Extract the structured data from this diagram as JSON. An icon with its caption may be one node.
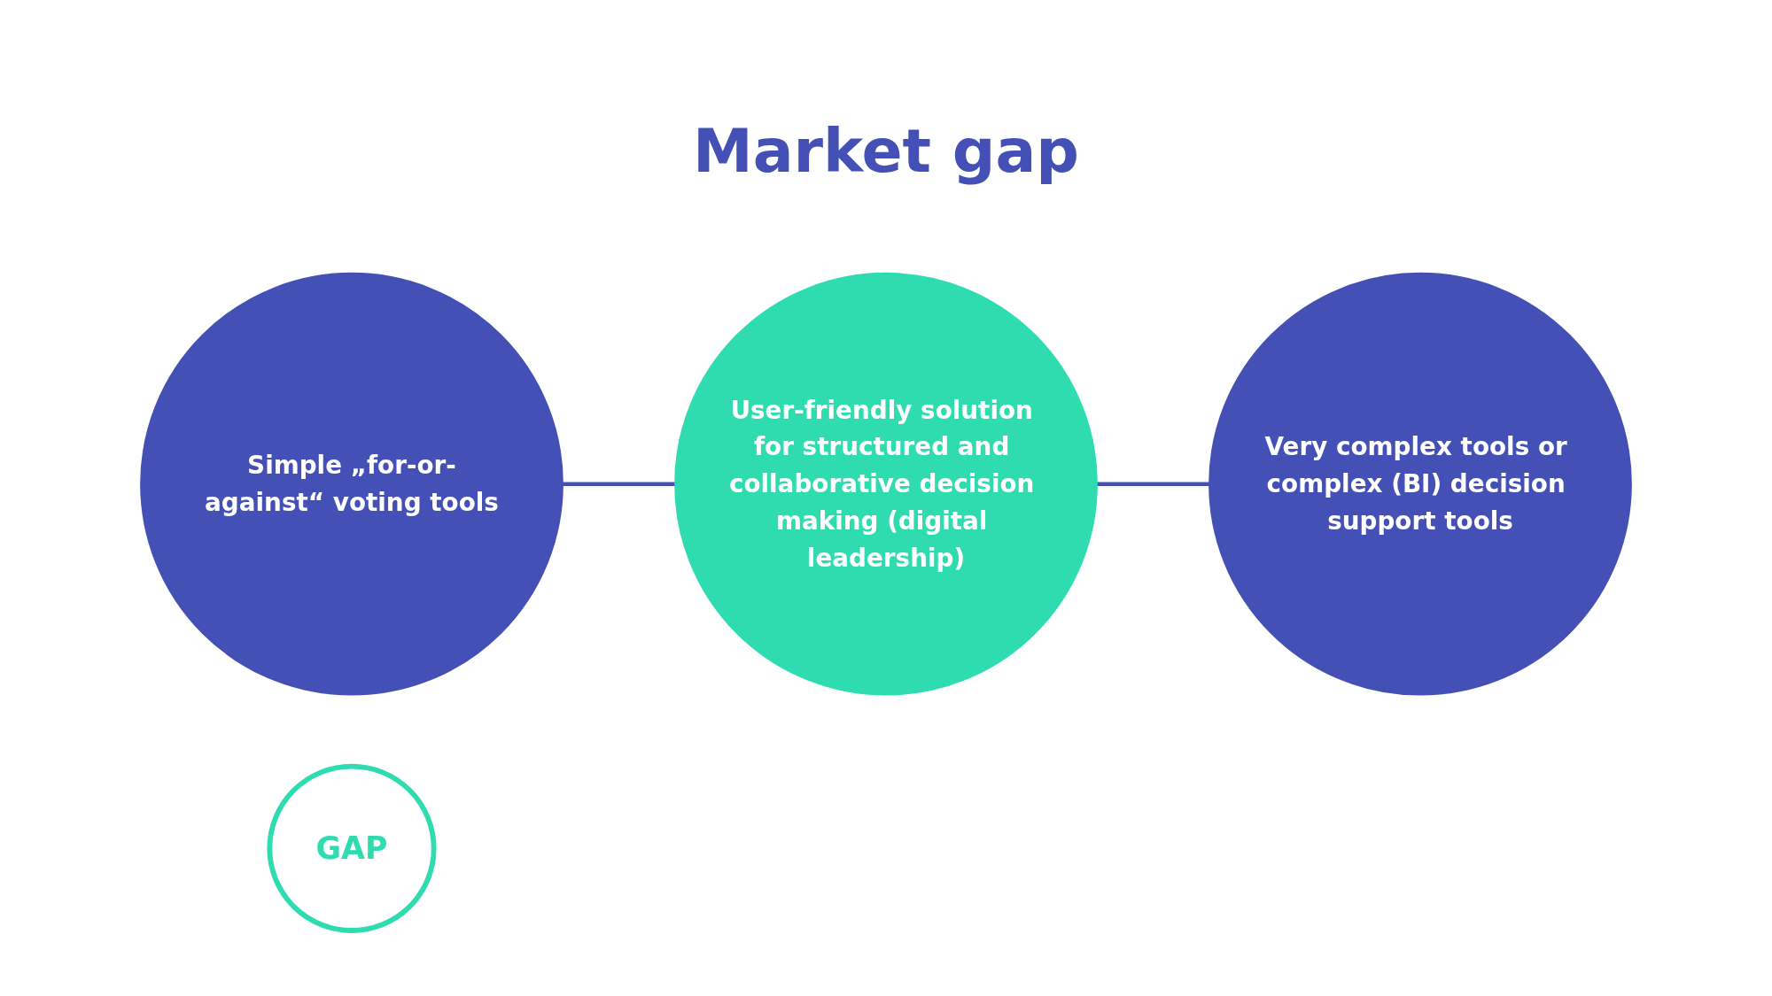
{
  "diagram": {
    "title": "Market gap",
    "nodes": [
      {
        "text": [
          "Simple „for-or-against“ voting tools"
        ]
      },
      {
        "text": [
          "User-friendly solution for structured and collaborative decision making (digital leadership)"
        ]
      },
      {
        "text": [
          "GAP"
        ]
      },
      {
        "text": [
          "Very complex tools or complex (BI) decision support tools"
        ]
      }
    ],
    "edges": [
      {
        "from": 0,
        "to": 1,
        "arrow": "none"
      },
      {
        "from": 1,
        "to": 3,
        "arrow": "none"
      }
    ]
  }
}
